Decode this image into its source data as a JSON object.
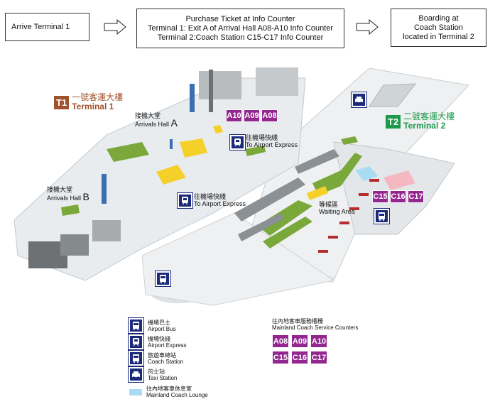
{
  "flow": {
    "step1": "Arrive Terminal 1",
    "step2_lines": [
      "Purchase Ticket at Info Counter",
      "Terminal 1: Exit A of Arrival Hall A08-A10 Info Counter",
      "Terminal 2:Coach Station C15-C17 Info Counter"
    ],
    "step3_lines": [
      "Boarding at",
      "Coach Station",
      "located in Terminal 2"
    ]
  },
  "terminal1": {
    "code": "T1",
    "name_cn": "一號客運大樓",
    "name_en": "Terminal 1",
    "color": "#a0522d"
  },
  "terminal2": {
    "code": "T2",
    "name_cn": "二號客運大樓",
    "name_en": "Terminal 2",
    "color": "#1a9a4a"
  },
  "map_labels": {
    "arrivals_a_cn": "接機大堂",
    "arrivals_a_en": "Arrivals Hall",
    "arrivals_a_letter": "A",
    "arrivals_b_cn": "接機大堂",
    "arrivals_b_en": "Arrivals Hall",
    "arrivals_b_letter": "B",
    "express1_cn": "往機場快綫",
    "express1_en": "To Airport Express",
    "express2_cn": "往機場快綫",
    "express2_en": "To Airport Express",
    "waiting_cn": "等候區",
    "waiting_en": "Waiting Area"
  },
  "counters_t1": [
    "A10",
    "A09",
    "A08"
  ],
  "counters_t2": [
    "C15",
    "C16",
    "C17"
  ],
  "legend": {
    "airport_bus_cn": "機場巴士",
    "airport_bus_en": "Airport Bus",
    "airport_express_cn": "機場快綫",
    "airport_express_en": "Airport Express",
    "coach_station_cn": "旅遊車總站",
    "coach_station_en": "Coach Station",
    "taxi_cn": "的士站",
    "taxi_en": "Taxi Station",
    "lounge_cn": "往內地客車休息室",
    "lounge_en": "Mainland Coach Lounge",
    "counters_title_cn": "往內地客車服務櫃檯",
    "counters_title_en": "Mainland Coach Service Counters",
    "counters_row1": [
      "A08",
      "A09",
      "A10"
    ],
    "counters_row2": [
      "C15",
      "C16",
      "C17"
    ]
  },
  "colors": {
    "counter": "#93278f",
    "icon": "#1b2b7a",
    "lounge": "#a9dcf4",
    "walkway": "#f5d028",
    "green": "#7aa83a"
  }
}
